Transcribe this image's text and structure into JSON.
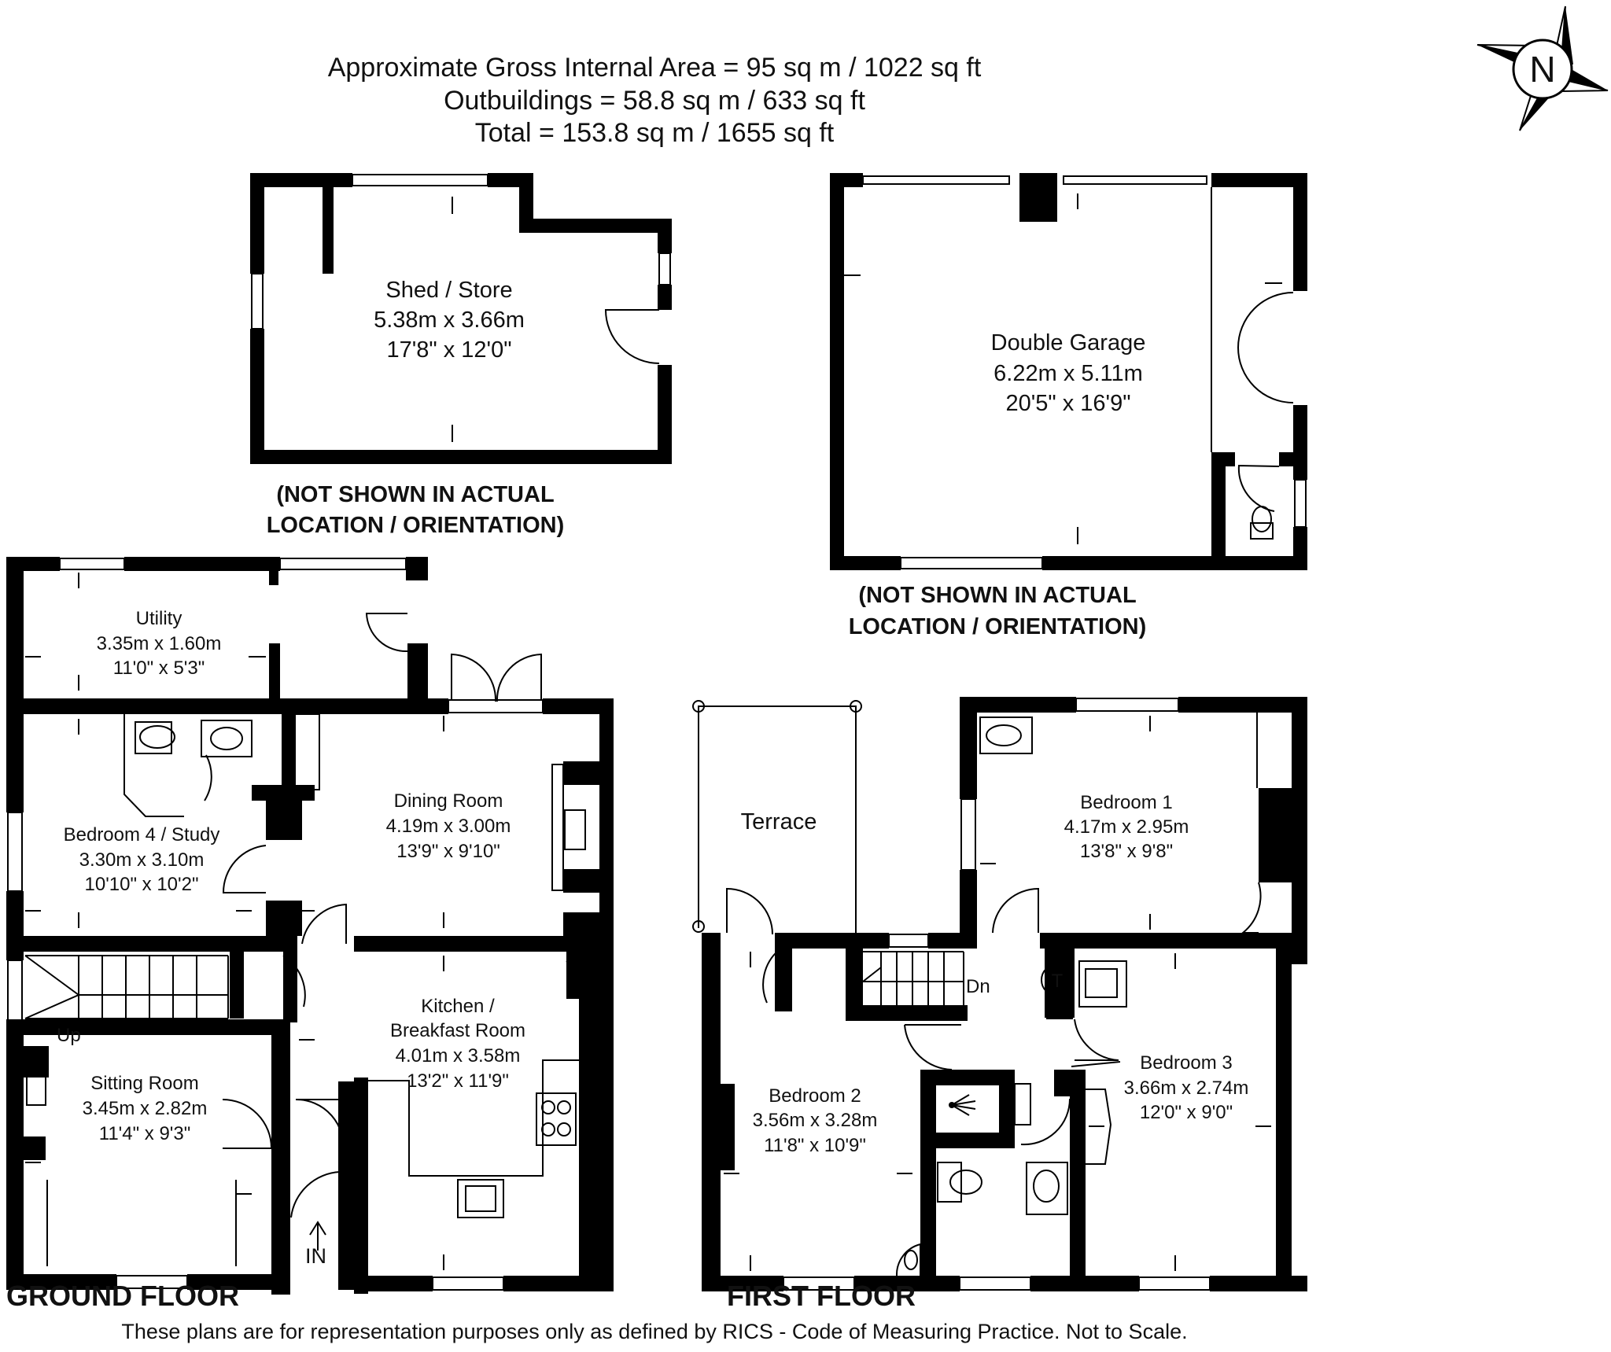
{
  "header": {
    "line1": "Approximate Gross Internal Area = 95 sq m / 1022 sq ft",
    "line2": "Outbuildings = 58.8 sq m / 633 sq ft",
    "line3": "Total = 153.8 sq m / 1655 sq ft"
  },
  "compass": {
    "letter": "N"
  },
  "shed": {
    "name": "Shed / Store",
    "metric": "5.38m x 3.66m",
    "imperial": "17'8\" x 12'0\"",
    "note1": "(NOT SHOWN IN ACTUAL",
    "note2": "LOCATION / ORIENTATION)"
  },
  "garage": {
    "name": "Double Garage",
    "metric": "6.22m x 5.11m",
    "imperial": "20'5\" x 16'9\"",
    "note1": "(NOT SHOWN IN ACTUAL",
    "note2": "LOCATION / ORIENTATION)"
  },
  "ground_floor": {
    "label": "GROUND FLOOR",
    "entrance": "IN",
    "stairs": "Up",
    "rooms": [
      {
        "name": "Utility",
        "metric": "3.35m x 1.60m",
        "imperial": "11'0\" x 5'3\""
      },
      {
        "name": "Bedroom 4 / Study",
        "metric": "3.30m x 3.10m",
        "imperial": "10'10\" x 10'2\""
      },
      {
        "name": "Dining Room",
        "metric": "4.19m x 3.00m",
        "imperial": "13'9\" x 9'10\""
      },
      {
        "name": "Kitchen /",
        "name2": "Breakfast Room",
        "metric": "4.01m x 3.58m",
        "imperial": "13'2\" x 11'9\""
      },
      {
        "name": "Sitting Room",
        "metric": "3.45m x 2.82m",
        "imperial": "11'4\" x 9'3\""
      }
    ]
  },
  "first_floor": {
    "label": "FIRST FLOOR",
    "terrace": "Terrace",
    "stairs": "Dn",
    "tank": "T",
    "rooms": [
      {
        "name": "Bedroom 1",
        "metric": "4.17m x 2.95m",
        "imperial": "13'8\" x 9'8\""
      },
      {
        "name": "Bedroom 2",
        "metric": "3.56m x 3.28m",
        "imperial": "11'8\" x 10'9\""
      },
      {
        "name": "Bedroom 3",
        "metric": "3.66m x 2.74m",
        "imperial": "12'0\" x 9'0\""
      }
    ]
  },
  "footer": {
    "disclaimer": "These plans are for representation purposes only as defined by RICS - Code of Measuring Practice. Not to Scale."
  }
}
